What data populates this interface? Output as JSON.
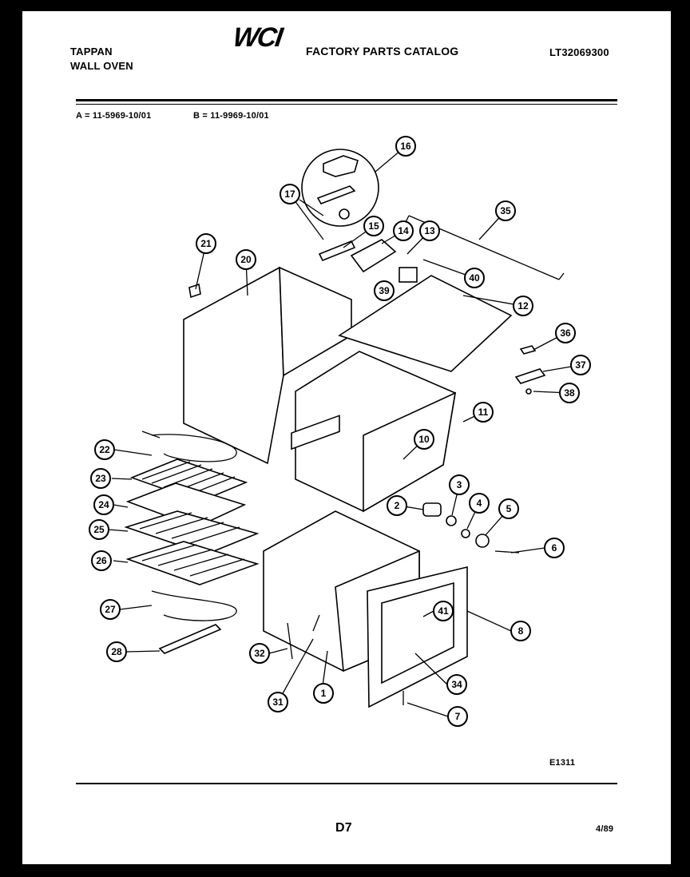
{
  "header": {
    "brand_line1": "TAPPAN",
    "brand_line2": "WALL OVEN",
    "logo": "WCI",
    "catalog_title": "FACTORY PARTS CATALOG",
    "model_number": "LT32069300",
    "variant_a": "A = 11-5969-10/01",
    "variant_b": "B = 11-9969-10/01"
  },
  "diagram": {
    "code": "E1311",
    "callouts": [
      "1",
      "2",
      "3",
      "4",
      "5",
      "6",
      "7",
      "8",
      "10",
      "11",
      "12",
      "13",
      "14",
      "15",
      "16",
      "17",
      "20",
      "21",
      "22",
      "23",
      "24",
      "25",
      "26",
      "27",
      "28",
      "31",
      "32",
      "34",
      "35",
      "36",
      "37",
      "38",
      "39",
      "40",
      "41"
    ]
  },
  "footer": {
    "page": "D7",
    "date": "4/89"
  }
}
